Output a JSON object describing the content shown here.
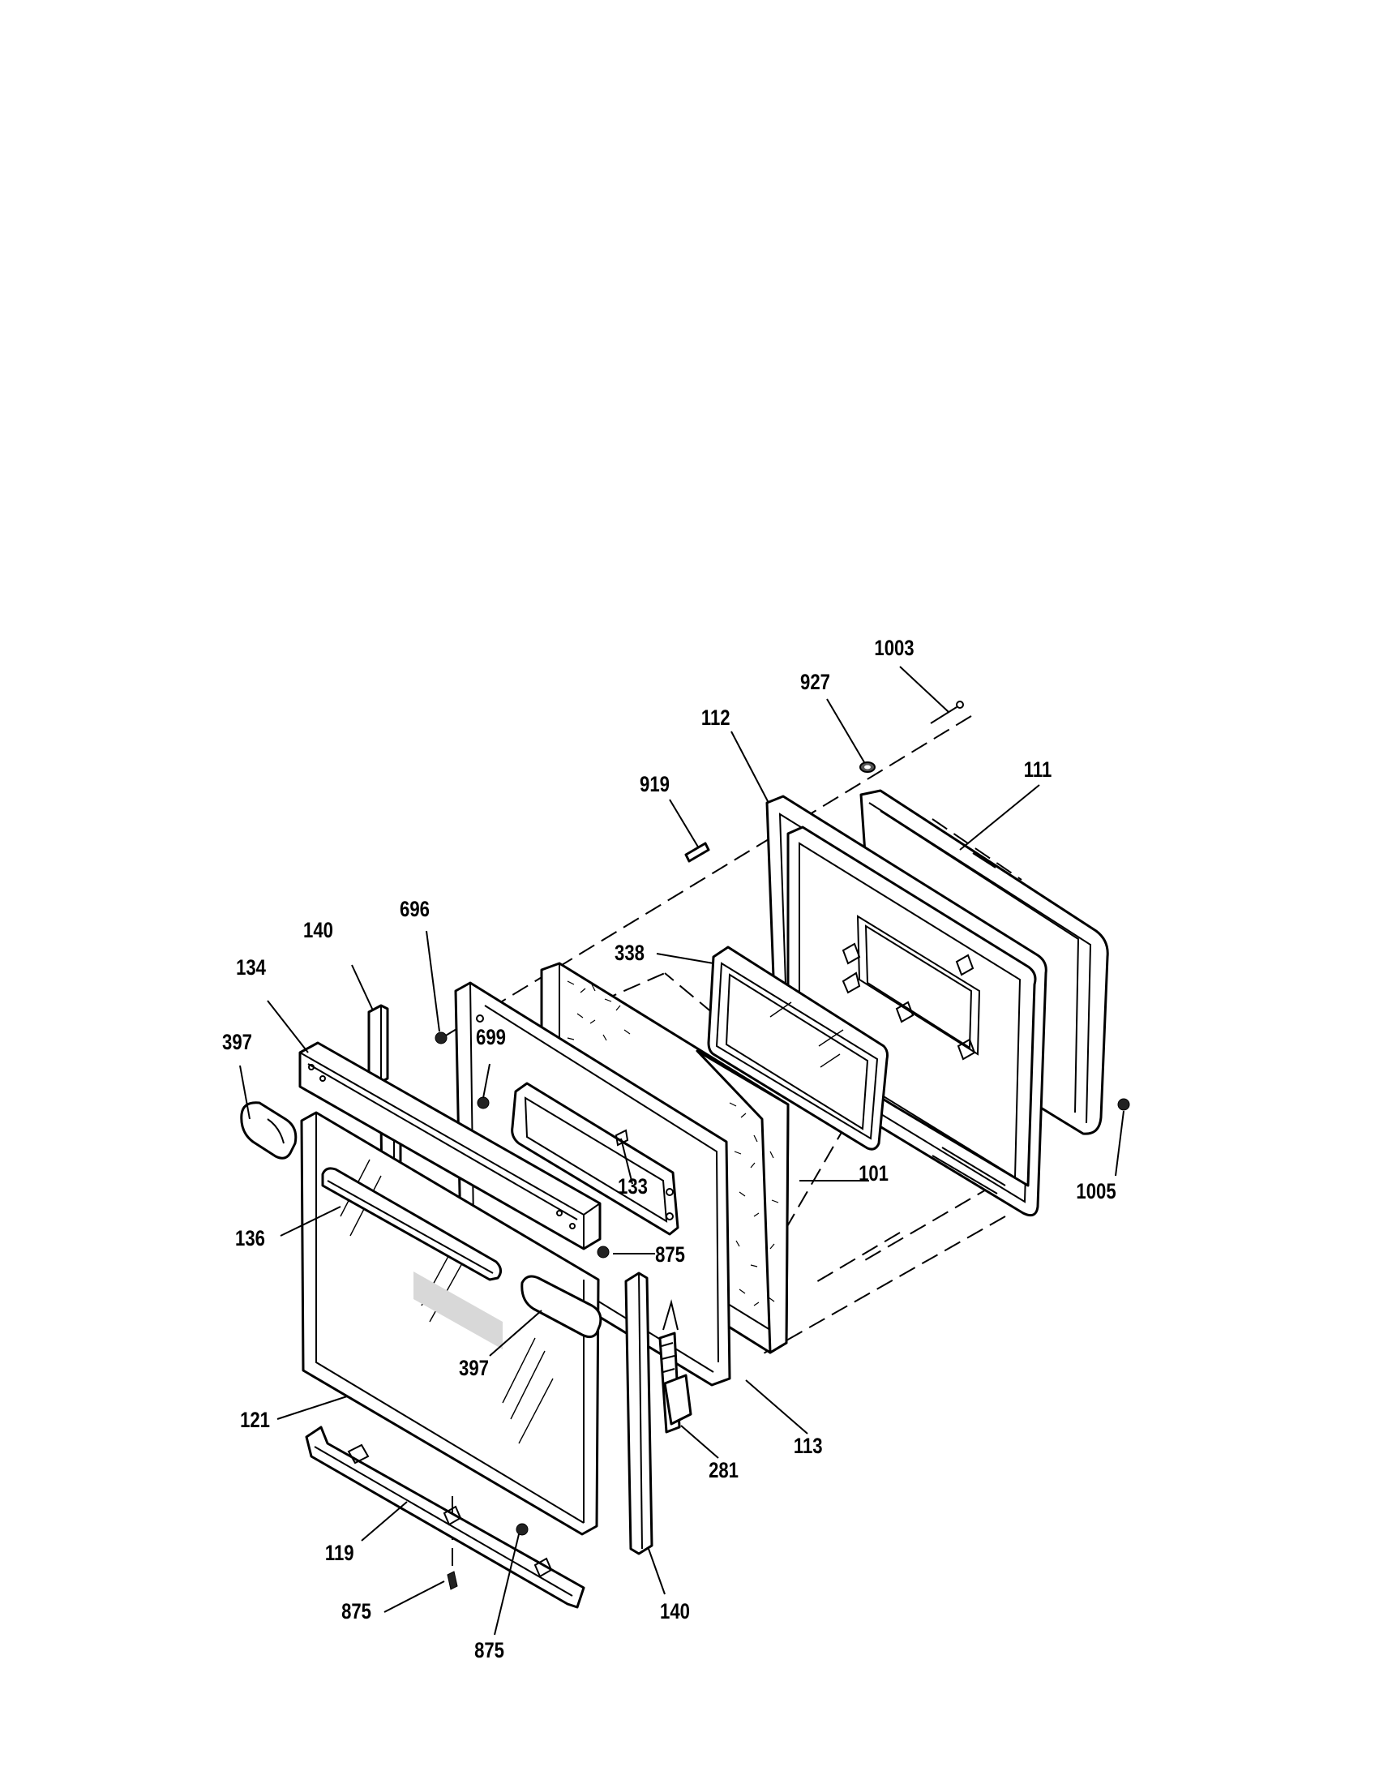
{
  "diagram": {
    "callouts": {
      "p1003": "1003",
      "p927": "927",
      "p112": "112",
      "p111": "111",
      "p919": "919",
      "p696": "696",
      "p140_top": "140",
      "p134": "134",
      "p397_left": "397",
      "p338": "338",
      "p699": "699",
      "p133": "133",
      "p101": "101",
      "p1005": "1005",
      "p136": "136",
      "p875_mid": "875",
      "p397_right": "397",
      "p121": "121",
      "p281": "281",
      "p113": "113",
      "p119": "119",
      "p875_left": "875",
      "p875_bottom": "875",
      "p140_bottom": "140"
    }
  }
}
